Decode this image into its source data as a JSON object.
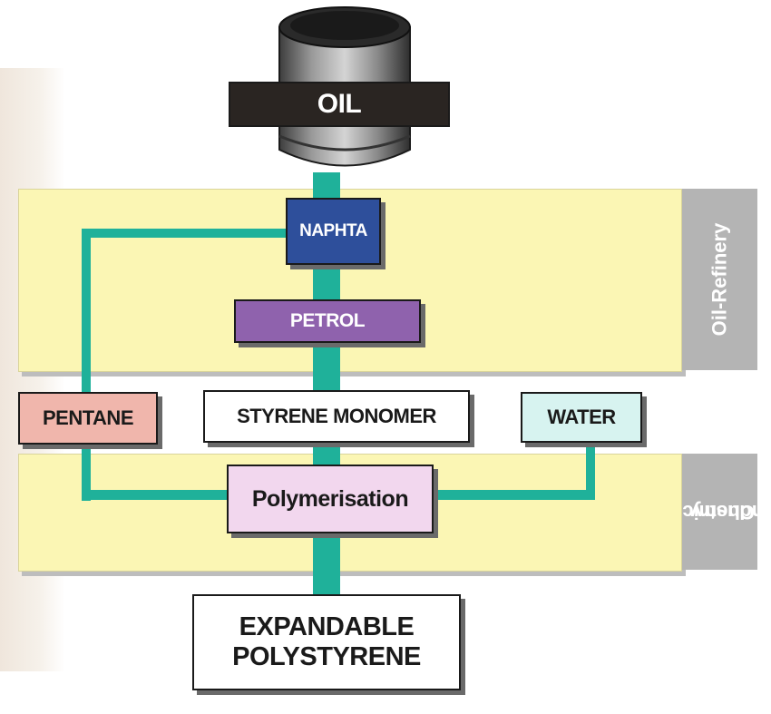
{
  "title_box": {
    "label": "OIL"
  },
  "stages": {
    "naphta": "NAPHTA",
    "petrol": "PETROL",
    "pentane": "PENTANE",
    "styrene": "STYRENE MONOMER",
    "water": "WATER",
    "polymerisation": "Polymerisation",
    "output_line1": "EXPANDABLE",
    "output_line2": "POLYSTYRENE"
  },
  "zones": {
    "refinery": "Oil-Refinery",
    "chemical_line1": "Chemical",
    "chemical_line2": "industry"
  },
  "colors": {
    "pipe": "#1fb19a",
    "zone_fill": "#fbf6b4",
    "naphta": "#2e4f9b",
    "petrol": "#8f62ad",
    "pentane": "#f0b6ac",
    "water": "#d7f3f0",
    "polymerisation": "#f2d7ee",
    "oil_label": "#2a2522"
  }
}
